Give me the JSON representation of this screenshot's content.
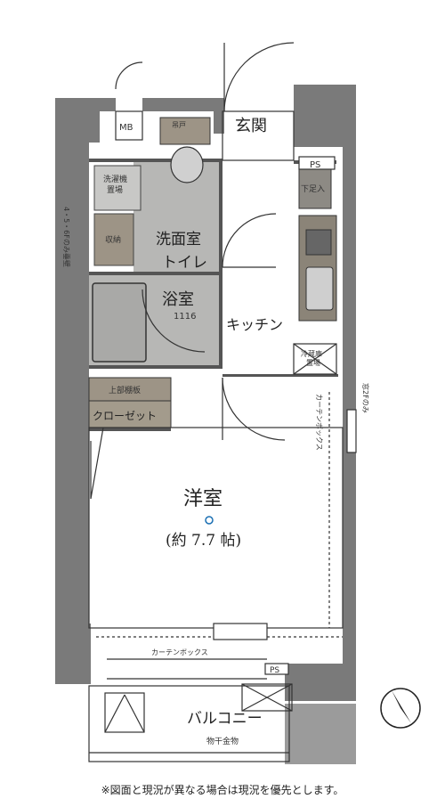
{
  "rooms": {
    "entrance": "玄関",
    "washroom_toilet_line1": "洗面室",
    "washroom_toilet_line2": "トイレ",
    "bath": "浴室",
    "bath_size": "1116",
    "kitchen": "キッチン",
    "western_room": "洋室",
    "western_room_size": "(約 7.7 帖)",
    "balcony": "バルコニー",
    "closet": "クローゼット"
  },
  "fixtures": {
    "mb": "MB",
    "ps_top": "PS",
    "ps_bottom": "PS",
    "shoe_box": "下足入",
    "laundry_area_line1": "洗濯機",
    "laundry_area_line2": "置場",
    "storage": "収納",
    "upper_shelf": "上部棚板",
    "fridge_line1": "冷蔵庫",
    "fridge_line2": "置場",
    "curtain_box_vertical": "カーテンボックス",
    "curtain_box_horizontal": "カーテンボックス",
    "clothes_pole": "物干金物",
    "hanging_top": "吊戸",
    "floor_note_left": "4・5・6Fのみ垂壁",
    "window_note_right": "窓2Fのみ"
  },
  "footnote": "※図面と現況が異なる場合は現況を優先とします。"
}
